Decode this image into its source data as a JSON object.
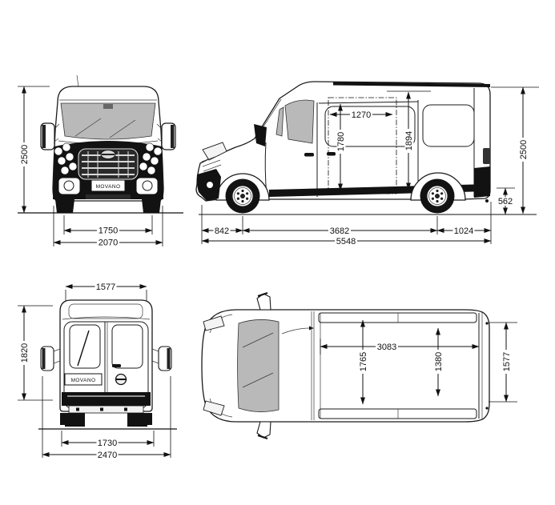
{
  "diagram": {
    "vehicle_badge": "MOVANO",
    "colors": {
      "line": "#1a1a1a",
      "glass": "#b9b9b9",
      "dark_fill": "#121212",
      "background": "#ffffff"
    }
  },
  "views": {
    "front": {
      "badge": "MOVANO",
      "dims": {
        "overall_height": "2500",
        "track_width": "1750",
        "body_width": "2070"
      }
    },
    "side": {
      "dims": {
        "sliding_door_width": "1270",
        "sliding_door_height": "1780",
        "load_height": "1894",
        "overall_height": "2500",
        "frame_height": "562",
        "front_overhang": "842",
        "wheelbase": "3682",
        "rear_overhang": "1024",
        "overall_length": "5548"
      }
    },
    "rear": {
      "badge": "MOVANO",
      "dims": {
        "upper_body_width": "1577",
        "door_height": "1820",
        "rear_track": "1730",
        "width_with_mirrors": "2470"
      }
    },
    "top": {
      "dims": {
        "load_length": "3083",
        "load_width": "1765",
        "width_between_arches": "1380",
        "rear_width": "1577"
      }
    }
  }
}
